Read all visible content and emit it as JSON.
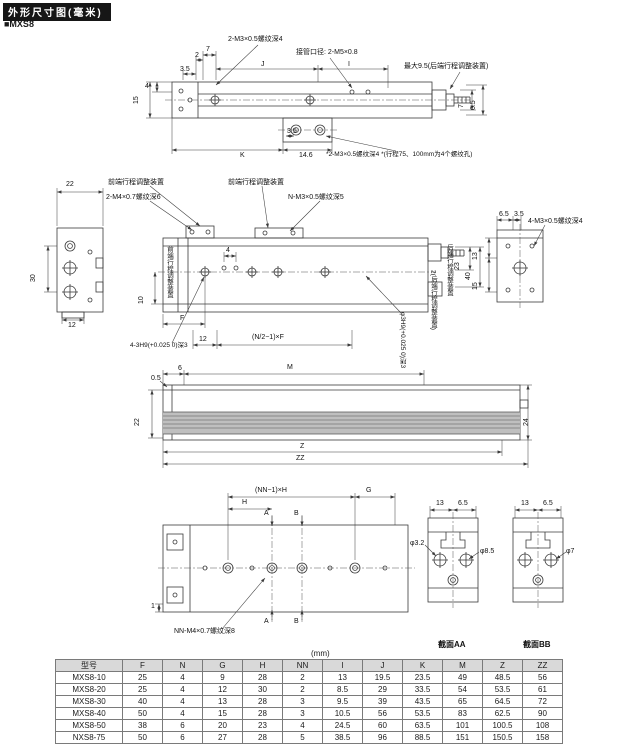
{
  "page": {
    "title": "外形尺寸图(毫米)",
    "model": "■MXS8",
    "unit_note": "(mm)"
  },
  "top": {
    "thread_top": "2-M3×0.5螺纹深4",
    "port": "接管口径: 2-M5×0.8",
    "max_note": "最大9.5(后端行程调整装置)",
    "footnote": "*2-M3×0.5螺纹深4 *(行程75、100mm为4个螺纹孔)",
    "d35a": "3.5",
    "d2": "2",
    "d7": "7",
    "dJ": "J",
    "dI": "I",
    "d4": "4",
    "d15": "15",
    "d7r": "7",
    "d65r": "6.5",
    "d35b": "3.5",
    "dK": "K",
    "d146": "14.6"
  },
  "front": {
    "d22": "22",
    "d30": "30",
    "d12l": "12",
    "adj_front_a": "前端行程调整装置",
    "adj_front_b": "前端行程调整装置",
    "thread_m4": "2-M4×0.7螺纹深6",
    "thread_n": "N-M3×0.5螺纹深5",
    "adj_front_v": "前端行程调整装置",
    "adj_rear_v": "后端行程调整装置",
    "adj_rear2_v": "2(后端行程调整装置)",
    "d10": "10",
    "d4": "4",
    "d23": "23",
    "d40": "40",
    "dF": "F",
    "d12b": "12",
    "formula": "(N/2−1)×F",
    "hole_note": "4-3H9(+0.025 0)深3",
    "hole_note_r": "φ3H9(+0.025 0)深3"
  },
  "rend": {
    "d65": "6.5",
    "d35": "3.5",
    "thread": "4-M3×0.5螺纹深4",
    "d13": "13",
    "d15": "15"
  },
  "side": {
    "d6": "6",
    "dM": "M",
    "d05": "0.5",
    "d22": "22",
    "d24": "24",
    "dZ": "Z",
    "dZZ": "ZZ"
  },
  "bottom": {
    "formula": "(NN−1)×H",
    "dG": "G",
    "dH": "H",
    "dA_top": "A",
    "dB_top": "B",
    "dA_bot": "A",
    "dB_bot": "B",
    "d1": "1",
    "thread": "NN-M4×0.7螺纹深8"
  },
  "sections": {
    "aa": {
      "caption": "截面AA",
      "d13": "13",
      "d65": "6.5",
      "dia_small": "φ3.2",
      "dia_big": "φ8.5"
    },
    "bb": {
      "caption": "截面BB",
      "d13": "13",
      "d65": "6.5",
      "dia": "φ7"
    }
  },
  "table": {
    "headers": [
      "型号",
      "F",
      "N",
      "G",
      "H",
      "NN",
      "I",
      "J",
      "K",
      "M",
      "Z",
      "ZZ"
    ],
    "rows": [
      [
        "MXS8-10",
        "25",
        "4",
        "9",
        "28",
        "2",
        "13",
        "19.5",
        "23.5",
        "49",
        "48.5",
        "56"
      ],
      [
        "MXS8-20",
        "25",
        "4",
        "12",
        "30",
        "2",
        "8.5",
        "29",
        "33.5",
        "54",
        "53.5",
        "61"
      ],
      [
        "MXS8-30",
        "40",
        "4",
        "13",
        "28",
        "3",
        "9.5",
        "39",
        "43.5",
        "65",
        "64.5",
        "72"
      ],
      [
        "MXS8-40",
        "50",
        "4",
        "15",
        "28",
        "3",
        "10.5",
        "56",
        "53.5",
        "83",
        "62.5",
        "90"
      ],
      [
        "MXS8-50",
        "38",
        "6",
        "20",
        "23",
        "4",
        "24.5",
        "60",
        "63.5",
        "101",
        "100.5",
        "108"
      ],
      [
        "NXS8-75",
        "50",
        "6",
        "27",
        "28",
        "5",
        "38.5",
        "96",
        "88.5",
        "151",
        "150.5",
        "158"
      ]
    ]
  }
}
